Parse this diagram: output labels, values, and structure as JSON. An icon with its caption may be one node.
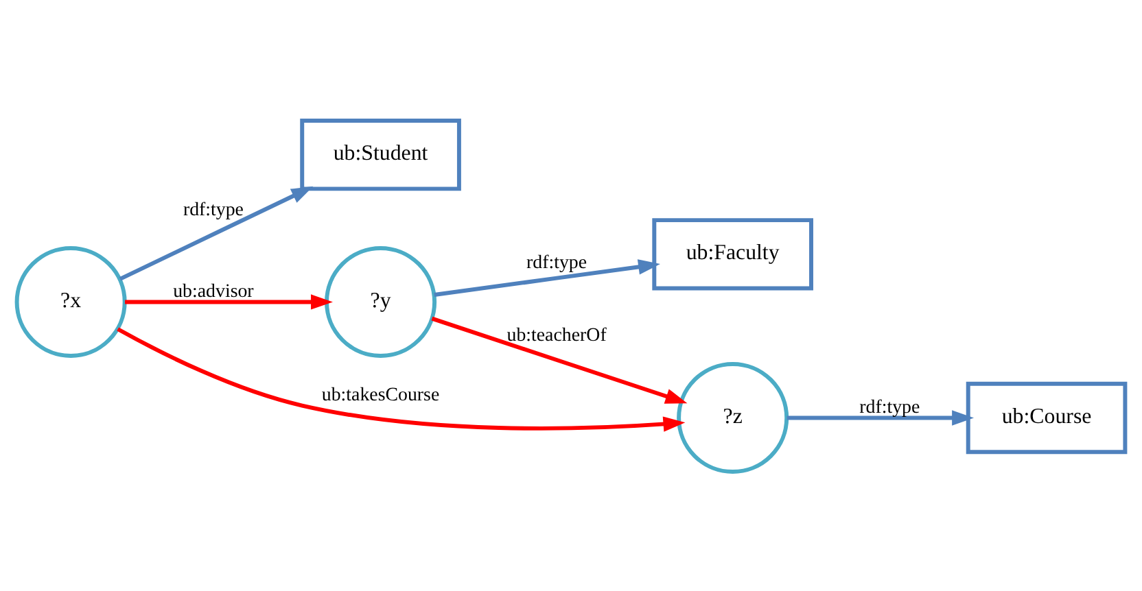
{
  "diagram": {
    "nodes": [
      {
        "text": [
          "?x"
        ]
      },
      {
        "text": [
          "ub:Student"
        ]
      },
      {
        "text": [
          "?y"
        ]
      },
      {
        "text": [
          "ub:Faculty"
        ]
      },
      {
        "text": [
          "?z"
        ]
      },
      {
        "text": [
          "ub:Course"
        ]
      }
    ],
    "edges": [
      {
        "from": 0,
        "to": 1,
        "arrow": "to",
        "label": "rdf:type"
      },
      {
        "from": 0,
        "to": 2,
        "arrow": "to",
        "label": "ub:advisor",
        "color": "#ff0000"
      },
      {
        "from": 0,
        "to": 4,
        "arrow": "to",
        "label": "ub:takesCourse",
        "color": "#ff0000"
      },
      {
        "from": 2,
        "to": 3,
        "arrow": "to",
        "label": "rdf:type"
      },
      {
        "from": 2,
        "to": 4,
        "arrow": "to",
        "label": "ub:teacherOf",
        "color": "#ff0000"
      },
      {
        "from": 4,
        "to": 5,
        "arrow": "to",
        "label": "rdf:type"
      }
    ]
  }
}
